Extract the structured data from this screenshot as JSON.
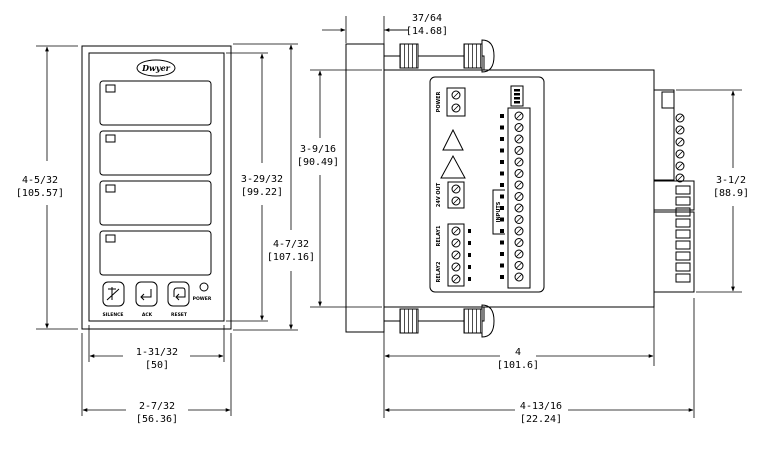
{
  "front_view": {
    "logo": "Dwyer",
    "buttons": [
      "SILENCE",
      "ACK",
      "RESET"
    ],
    "power_label": "POWER"
  },
  "side_view": {
    "labels": {
      "power": "POWER",
      "output": "24V OUT",
      "relay1": "RELAY1",
      "relay2": "RELAY2",
      "inputs": "INPUTS"
    }
  },
  "dimensions": {
    "front_height_outer": {
      "frac": "4-5/32",
      "mm": "[105.57]"
    },
    "front_height_inner": {
      "frac": "3-29/32",
      "mm": "[99.22]"
    },
    "overall_height": {
      "frac": "4-7/32",
      "mm": "[107.16]"
    },
    "front_width_inner": {
      "frac": "1-31/32",
      "mm": "[50]"
    },
    "front_width_outer": {
      "frac": "2-7/32",
      "mm": "[56.36]"
    },
    "bezel_depth": {
      "frac": "37/64",
      "mm": "[14.68]"
    },
    "side_height": {
      "frac": "3-9/16",
      "mm": "[90.49]"
    },
    "side_right_height": {
      "frac": "3-1/2",
      "mm": "[88.9]"
    },
    "depth": {
      "frac": "4",
      "mm": "[101.6]"
    },
    "overall_depth": {
      "frac": "4-13/16",
      "mm": "[22.24]"
    }
  }
}
